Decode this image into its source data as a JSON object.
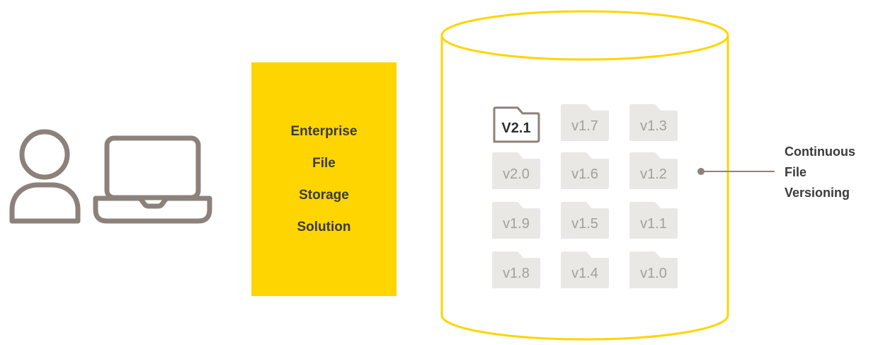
{
  "colors": {
    "accent_yellow": "#FFD500",
    "icon_gray": "#8C817B",
    "folder_fill": "#E9E8E5",
    "folder_text": "#A4A09B",
    "text_dark": "#3A3A3A"
  },
  "user_icon": "person-with-laptop-icon",
  "solution": {
    "lines": [
      "Enterprise",
      "File",
      "Storage",
      "Solution"
    ]
  },
  "storage": {
    "icon": "database-cylinder-icon",
    "current_version": "V2.1",
    "columns": [
      [
        "V2.1",
        "v2.0",
        "v1.9",
        "v1.8"
      ],
      [
        "v1.7",
        "v1.6",
        "v1.5",
        "v1.4"
      ],
      [
        "v1.3",
        "v1.2",
        "v1.1",
        "v1.0"
      ]
    ]
  },
  "callout": {
    "lines": [
      "Continuous",
      "File",
      "Versioning"
    ]
  }
}
